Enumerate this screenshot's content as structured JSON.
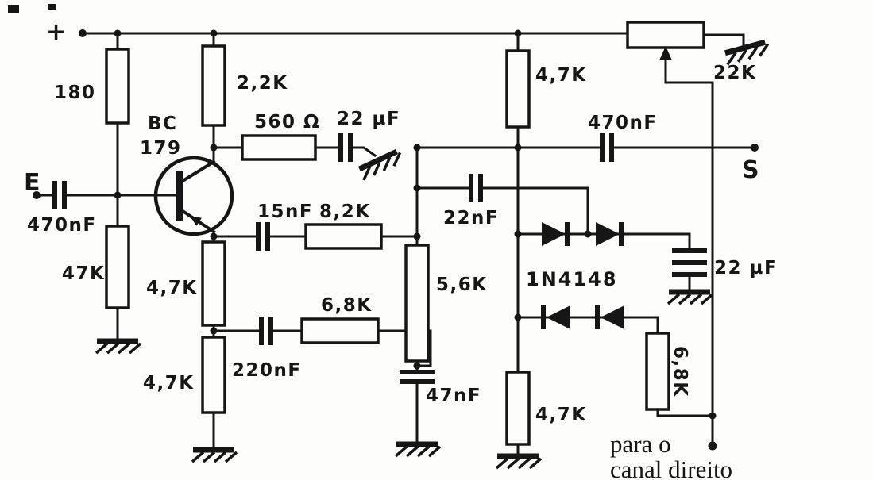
{
  "diagram": {
    "kind": "audio-circuit-schematic",
    "ink_color": "#161616",
    "paper_color": "#fdfdfb"
  },
  "terminals": {
    "supply": "+",
    "input": "E",
    "output": "S"
  },
  "labels": {
    "r180": "180",
    "r2k2": "2,2K",
    "r560": "560 Ω",
    "c22u_left": "22 µF",
    "c470n_in": "470nF",
    "r47k": "47K",
    "q1_line1": "BC",
    "q1_line2": "179",
    "r4k7_em1": "4,7K",
    "r4k7_em2": "4,7K",
    "c220n": "220nF",
    "c15n": "15nF",
    "r8k2": "8,2K",
    "r6k8_mid": "6,8K",
    "r5k6": "5,6K",
    "c22n": "22nF",
    "c47n": "47nF",
    "r4k7_top": "4,7K",
    "r4k7_bot": "4,7K",
    "c470n_out": "470nF",
    "r22k": "22K",
    "diodes": "1N4148",
    "c22u_right": "22 µF",
    "r6k8_right": "6,8K"
  },
  "note": {
    "line1": "para o",
    "line2": "canal direito"
  }
}
